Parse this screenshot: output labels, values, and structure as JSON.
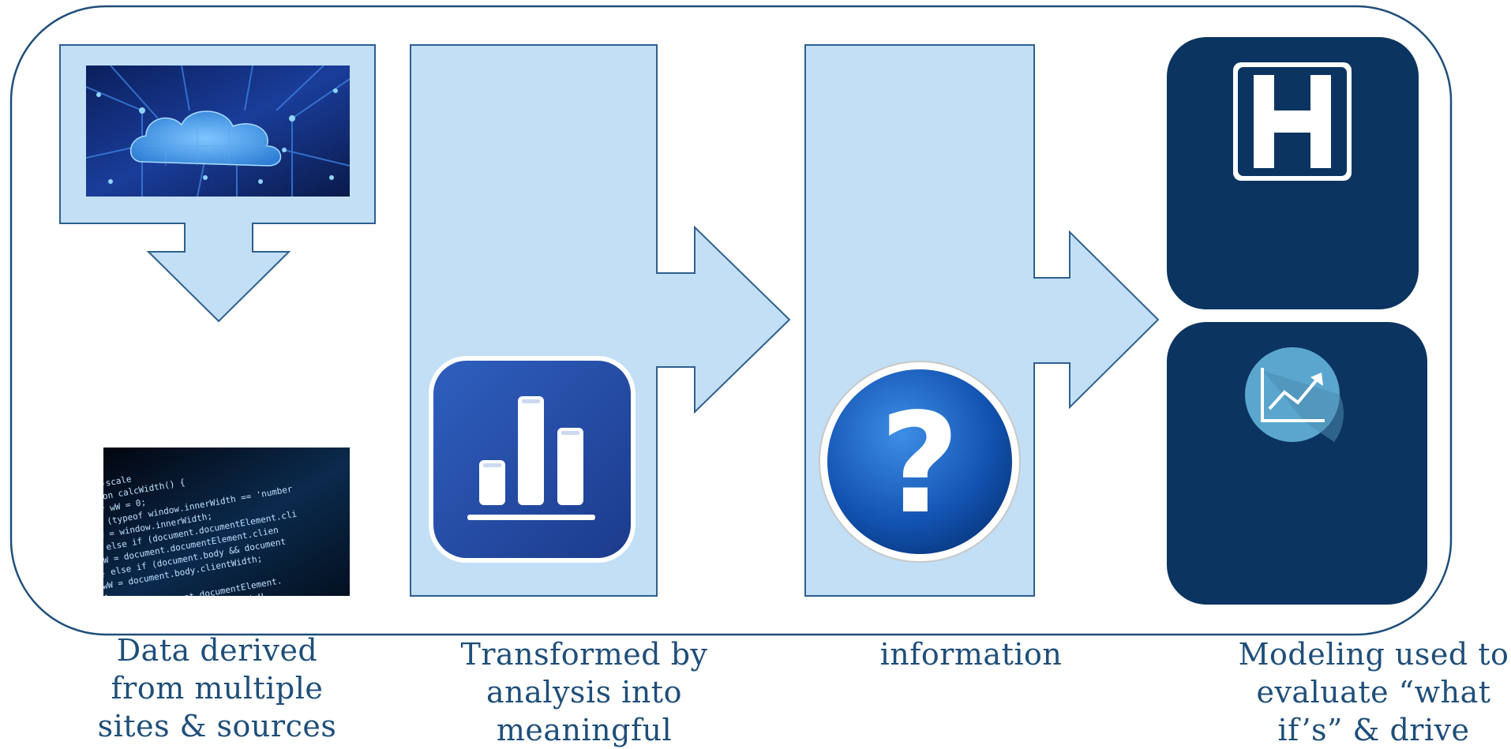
{
  "colors": {
    "frame_stroke": "#1f4e79",
    "panel_fill": "#c2dff5",
    "panel_stroke": "#2e5f8f",
    "navy_tile": "#0c3461",
    "caption_text": "#1f4e79"
  },
  "captions": {
    "step1": {
      "line1": "Data derived",
      "line2": "from multiple",
      "line3": "sites & sources"
    },
    "step2": {
      "line1": "Transformed by",
      "line2": "analysis into",
      "line3": "meaningful"
    },
    "step3": {
      "line1": "information"
    },
    "step4": {
      "line1": "Modeling used to",
      "line2": "evaluate “what",
      "line3": "if’s” & drive"
    }
  },
  "code_image_lines": [
    "top-scale",
    "ction calcWidth() {",
    "  var wW = 0;",
    "  if (typeof window.innerWidth == 'number",
    "    wW = window.innerWidth;",
    "  } else if (document.documentElement.cli",
    "    wW = document.documentElement.clien",
    "  } else if (document.body && document",
    "    wW = document.body.clientWidth;",
    "  }",
    "  if (wH = document.documentElement.",
    "    wH = window.innerHeight || (wH"
  ],
  "icons": {
    "cloud_image": "cloud-network-icon",
    "code_image": "code-screen-icon",
    "bar_chart": "bar-chart-icon",
    "question": "question-mark-icon",
    "hospital": "hospital-sign-icon",
    "trend": "trend-chart-icon"
  }
}
